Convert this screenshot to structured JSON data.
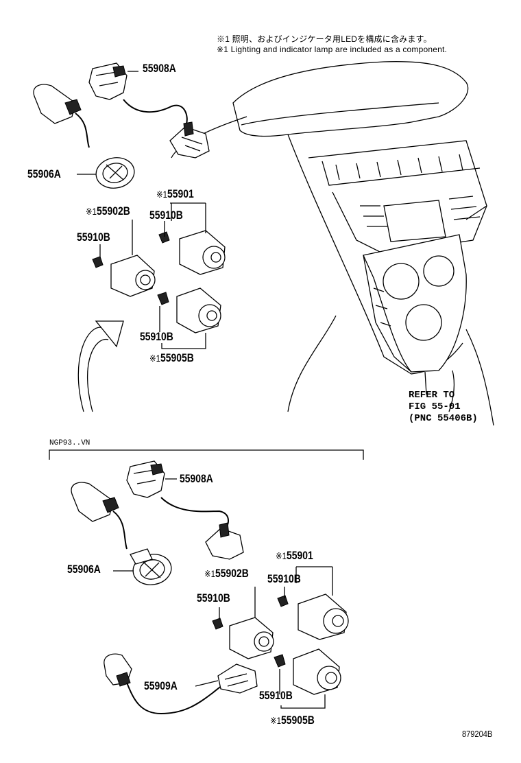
{
  "notes": {
    "jp": "※1 照明、およびインジケータ用LEDを構成に含みます。",
    "en": "※1 Lighting and indicator lamp are included as a component."
  },
  "mark": "※1",
  "upper": {
    "p55908A": "55908A",
    "p55906A": "55906A",
    "p55901": "55901",
    "p55910B_a": "55910B",
    "p55902B": "55902B",
    "p55910B_b": "55910B",
    "p55910B_c": "55910B",
    "p55905B": "55905B"
  },
  "refer": "REFER TO\nFIG 55-01\n(PNC 55406B)",
  "condition": "NGP93..VN",
  "lower": {
    "p55908A": "55908A",
    "p55906A": "55906A",
    "p55901": "55901",
    "p55902B": "55902B",
    "p55910B_a": "55910B",
    "p55910B_b": "55910B",
    "p55909A": "55909A",
    "p55910B_c": "55910B",
    "p55905B": "55905B"
  },
  "drawing_number": "879204B"
}
